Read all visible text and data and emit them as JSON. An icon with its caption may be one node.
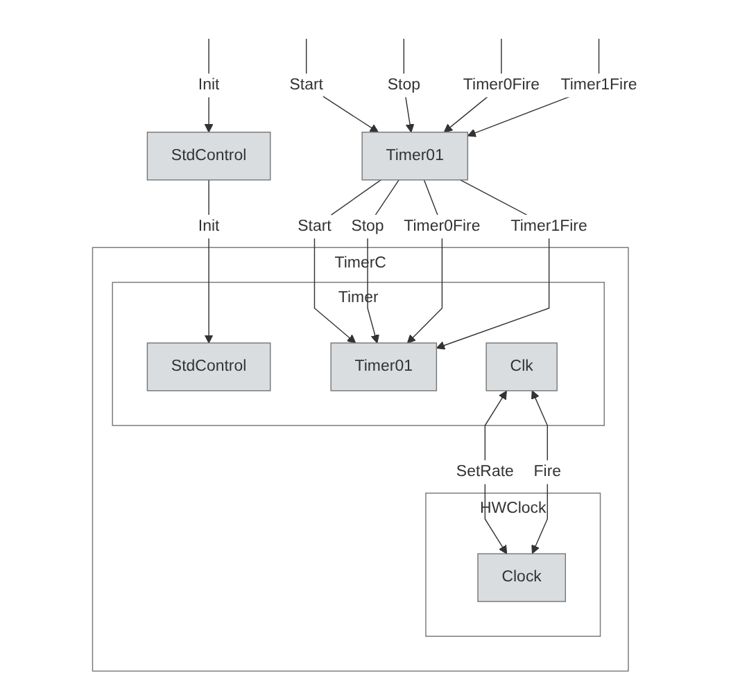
{
  "diagram": {
    "nodes": [
      {
        "text": [
          "StdControl"
        ]
      },
      {
        "text": [
          "Timer01"
        ]
      },
      {
        "text": [
          "TimerC"
        ]
      },
      {
        "text": [
          "Timer"
        ],
        "in": 2
      },
      {
        "text": [
          "StdControl"
        ],
        "in": 3
      },
      {
        "text": [
          "Timer01"
        ],
        "in": 3
      },
      {
        "text": [
          "Clk"
        ],
        "in": 3
      },
      {
        "text": [
          "HWClock"
        ],
        "in": 2
      },
      {
        "text": [
          "Clock"
        ],
        "in": 7
      }
    ],
    "edges": [
      {
        "from": null,
        "to": 0,
        "arrow": "to",
        "label": "Init"
      },
      {
        "from": null,
        "to": 1,
        "arrow": "to",
        "label": "Start"
      },
      {
        "from": null,
        "to": 1,
        "arrow": "to",
        "label": "Stop"
      },
      {
        "from": null,
        "to": 1,
        "arrow": "to",
        "label": "Timer0Fire"
      },
      {
        "from": null,
        "to": 1,
        "arrow": "to",
        "label": "Timer1Fire"
      },
      {
        "from": 0,
        "to": 4,
        "arrow": "to",
        "label": "Init"
      },
      {
        "from": 1,
        "to": 5,
        "arrow": "to",
        "label": "Start"
      },
      {
        "from": 1,
        "to": 5,
        "arrow": "to",
        "label": "Stop"
      },
      {
        "from": 1,
        "to": 5,
        "arrow": "to",
        "label": "Timer0Fire"
      },
      {
        "from": 1,
        "to": 5,
        "arrow": "to",
        "label": "Timer1Fire"
      },
      {
        "from": 6,
        "to": 8,
        "arrow": "both",
        "label": "SetRate"
      },
      {
        "from": 8,
        "to": 6,
        "arrow": "both",
        "label": "Fire"
      }
    ]
  }
}
